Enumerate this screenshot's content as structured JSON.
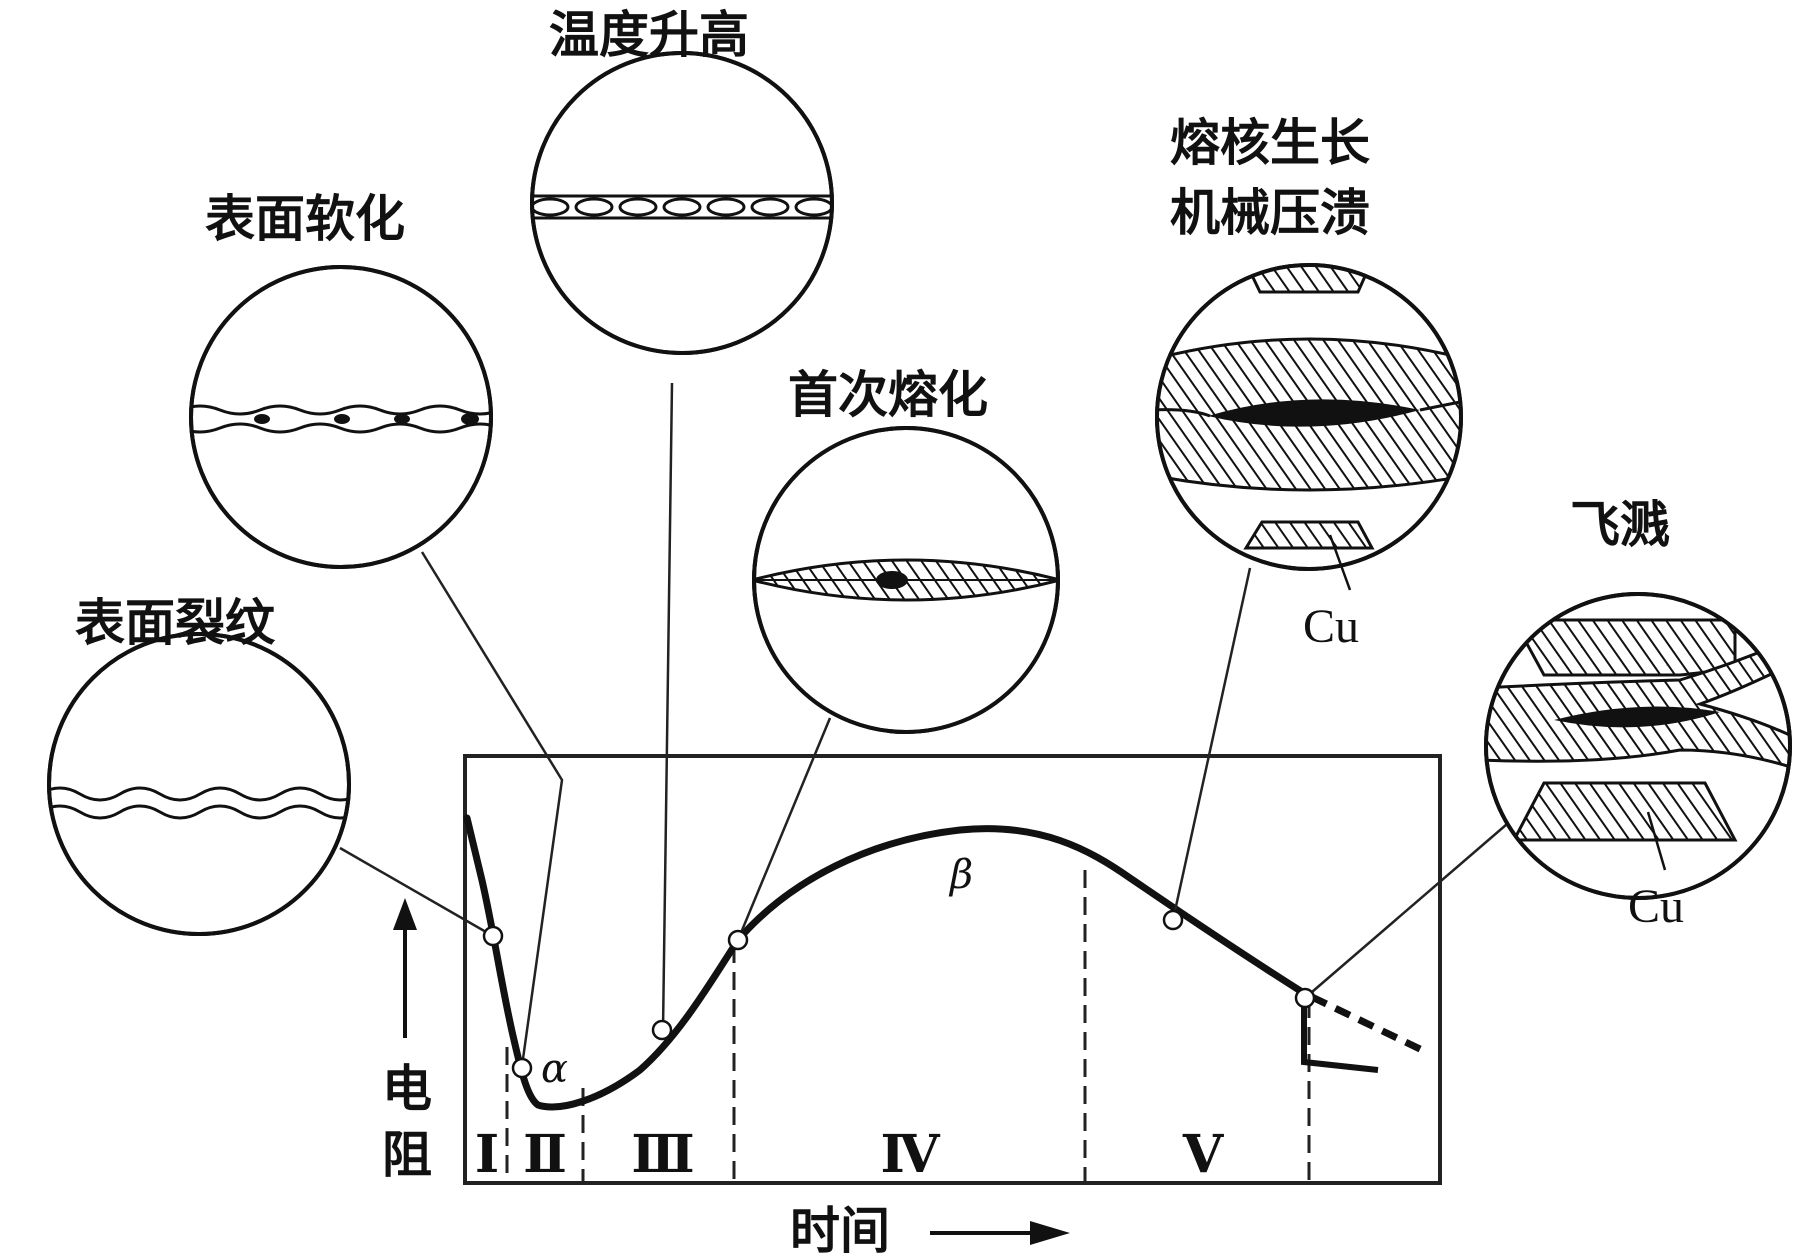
{
  "stages": [
    {
      "id": "I",
      "label": "Ⅰ"
    },
    {
      "id": "II",
      "label": "Ⅱ"
    },
    {
      "id": "III",
      "label": "Ⅲ"
    },
    {
      "id": "IV",
      "label": "Ⅳ"
    },
    {
      "id": "V",
      "label": "Ⅴ"
    }
  ],
  "axes": {
    "y_label_line1": "电",
    "y_label_line2": "阻",
    "x_label": "时间"
  },
  "curve_points": {
    "alpha": "α",
    "beta": "β"
  },
  "callouts": {
    "surface_cracks": "表面裂纹",
    "surface_softening": "表面软化",
    "temperature_rise": "温度升高",
    "first_melting": "首次熔化",
    "nugget_growth_line1": "熔核生长",
    "nugget_growth_line2": "机械压溃",
    "spatter": "飞溅"
  },
  "materials": {
    "electrode_top": "Cu",
    "electrode_bottom": "Cu"
  }
}
